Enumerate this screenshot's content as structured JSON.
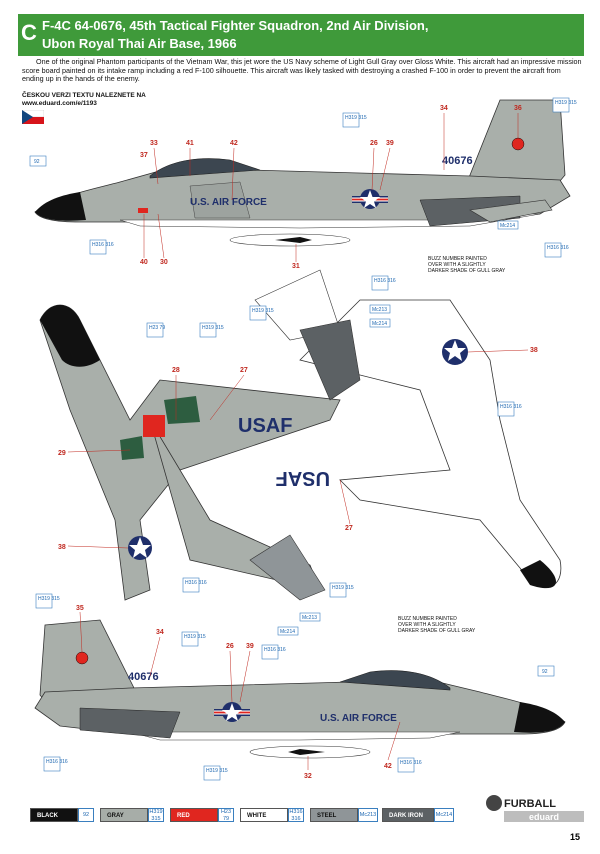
{
  "header": {
    "letter": "C",
    "title_line1": "F-4C 64-0676, 45th Tactical Fighter Squadron, 2nd Air Division,",
    "title_line2": "Ubon Royal Thai Air Base, 1966"
  },
  "description": "One of the original Phantom participants of the Vietnam War, this jet wore the US Navy scheme of Light Gull Gray over Gloss White. This aircraft had an impressive mission score board painted on its intake ramp including a red F-100 silhouette. This aircraft was likely tasked with destroying a crashed F-100 in order to prevent the aircraft from ending up in the hands of the enemy.",
  "czech_line1": "ČESKOU VERZI TEXTU NALEZNETE NA",
  "czech_line2": "www.eduard.com/e/1193",
  "aircraft": {
    "serial": "40676",
    "fuselage_text": "U.S. AIR FORCE",
    "wing_text": "USAF",
    "buzz_note_line1": "BUZZ NUMBER PAINTED",
    "buzz_note_line2": "OVER WITH A SLIGHTLY",
    "buzz_note_line3": "DARKER SHADE OF GULL GRAY"
  },
  "decal_numbers": {
    "side_top": [
      "33",
      "37",
      "41",
      "42",
      "34",
      "36",
      "26",
      "39",
      "40",
      "30",
      "31"
    ],
    "plan": [
      "28",
      "27",
      "29",
      "38",
      "27",
      "38"
    ],
    "side_bottom": [
      "35",
      "34",
      "26",
      "39",
      "42",
      "32"
    ]
  },
  "paint_codes": {
    "h319_315": "H319\n315",
    "c92": "92",
    "h23_79": "H23\n79",
    "h316": "H316\n316",
    "mc213": "Mc213",
    "mc214": "Mc214"
  },
  "legend": [
    {
      "name": "BLACK",
      "code": "92",
      "color": "#111111",
      "text": "#ffffff"
    },
    {
      "name": "GRAY",
      "code": "H319\n315",
      "color": "#a7ada8",
      "text": "#111111"
    },
    {
      "name": "RED",
      "code": "H23\n79",
      "color": "#e0261f",
      "text": "#ffffff"
    },
    {
      "name": "WHITE",
      "code": "H316\n316",
      "color": "#ffffff",
      "text": "#111111"
    },
    {
      "name": "STEEL",
      "code": "Mc213",
      "color": "#8f9598",
      "text": "#111111"
    },
    {
      "name": "DARK IRON",
      "code": "Mc214",
      "color": "#5c6164",
      "text": "#ffffff"
    }
  ],
  "branding": {
    "furball": "FURBALL",
    "eduard": "eduard"
  },
  "page_number": "15",
  "colors": {
    "header_green": "#3f9a3a",
    "gull_gray": "#a9afaa",
    "national_blue": "#1f2f6b",
    "red": "#e0261f"
  }
}
